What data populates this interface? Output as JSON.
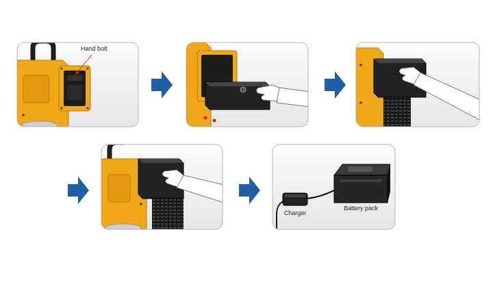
{
  "diagram": {
    "labels": [
      "Hand bolt",
      "Charger",
      "Battery pack"
    ]
  }
}
